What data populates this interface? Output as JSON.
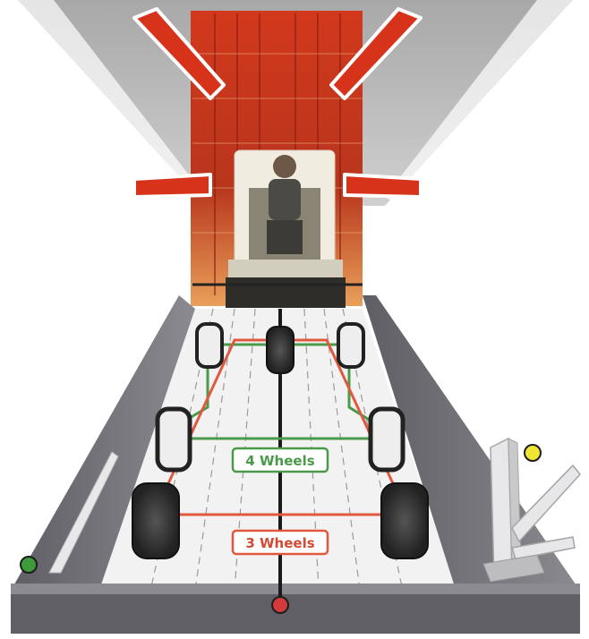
{
  "labels": {
    "four_wheels": "4 Wheels",
    "three_wheels": "3 Wheels"
  },
  "colors": {
    "four_wheel_outline": "#4a9a4a",
    "three_wheel_outline": "#e0583e",
    "centerline": "#1a1a1a",
    "rail": "#6d6d73",
    "floor": "#f4f4f4",
    "ceiling": "#b9b9b9",
    "rack_red": "#c8321e",
    "marker_green": "#3f9a3a",
    "marker_yellow": "#f1e534",
    "marker_red": "#d33a3a"
  },
  "icons": {
    "vehicle": "forklift-operator-photo",
    "stand": "gate-stand-icon"
  }
}
